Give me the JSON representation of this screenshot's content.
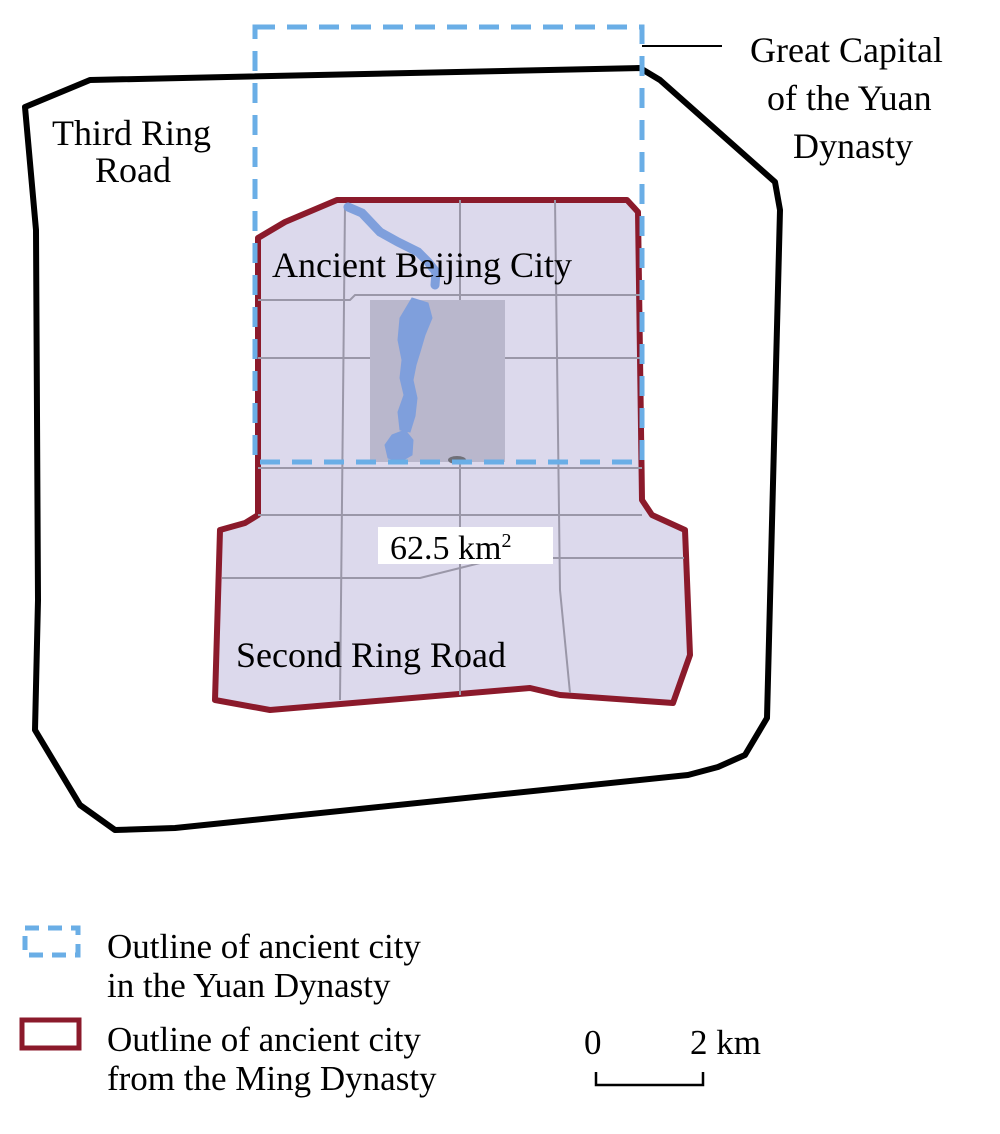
{
  "labels": {
    "great_capital_line1": "Great Capital",
    "great_capital_line2": "of the Yuan",
    "great_capital_line3": "Dynasty",
    "third_ring_line1": "Third Ring",
    "third_ring_line2": "Road",
    "ancient_city": "Ancient Beijing City",
    "second_ring": "Second Ring Road",
    "area_value": "62.5 km",
    "area_superscript": "2"
  },
  "legend": {
    "yuan_line1": "Outline of ancient city",
    "yuan_line2": "in the Yuan Dynasty",
    "ming_line1": "Outline of ancient city",
    "ming_line2": "from the Ming Dynasty"
  },
  "scale_bar": {
    "start_label": "0",
    "end_label": "2 km"
  },
  "colors": {
    "third_ring": "#000000",
    "yuan_outline": "#6aaee6",
    "ming_outline": "#8b1a2b",
    "ming_fill": "#dcd9ec",
    "imperial_block": "#b9b7cc",
    "water": "#7f9fdc",
    "street": "#9a97a8"
  }
}
